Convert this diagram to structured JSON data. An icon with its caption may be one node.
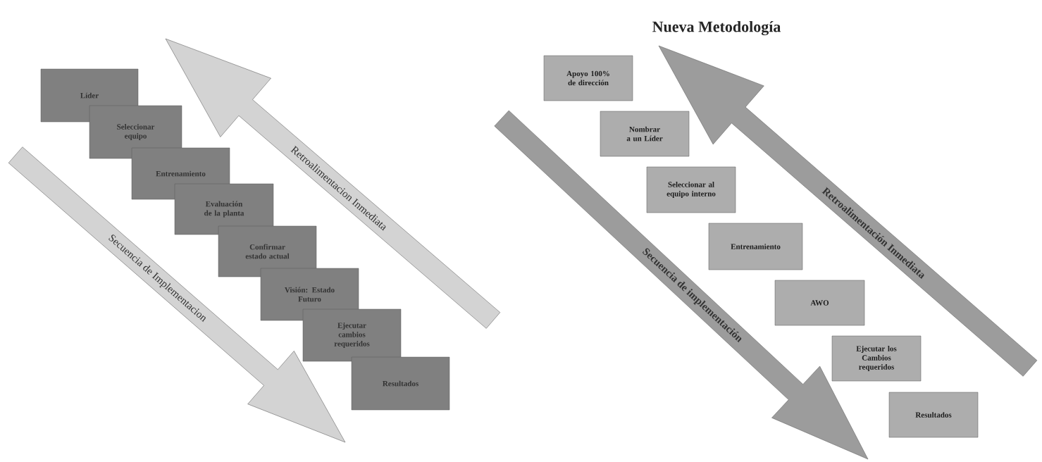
{
  "diagram": {
    "nodes": [
      {
        "text": [
          "Líder"
        ]
      },
      {
        "text": [
          "Seleccionar equipo"
        ]
      },
      {
        "text": [
          "Entrenamiento"
        ]
      },
      {
        "text": [
          "Evaluación de la planta"
        ]
      },
      {
        "text": [
          "Confirmar estado actual"
        ]
      },
      {
        "text": [
          "Visión: Estado Futuro"
        ]
      },
      {
        "text": [
          "Ejecutar cambios requeridos"
        ]
      },
      {
        "text": [
          "Resultados"
        ]
      },
      {
        "text": [
          "Apoyo 100% de dirección"
        ]
      },
      {
        "text": [
          "Nombrar a un Líder"
        ]
      },
      {
        "text": [
          "Seleccionar al equipo interno"
        ]
      },
      {
        "text": [
          "Entrenamiento"
        ]
      },
      {
        "text": [
          "AWO"
        ]
      },
      {
        "text": [
          "Ejecutar los Cambios requeridos"
        ]
      },
      {
        "text": [
          "Resultados"
        ]
      }
    ],
    "labels": [
      "Nueva Metodología",
      "Retroalimentacion Inmediata",
      "Secuencia de Implementacion",
      "Secuencia de implementación",
      "Retroalimentación Inmediata"
    ]
  }
}
